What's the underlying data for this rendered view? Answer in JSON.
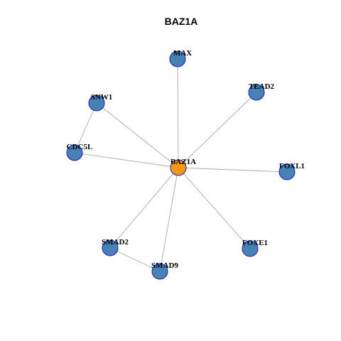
{
  "title": "BAZ1A",
  "colors": {
    "center_node": "#f59a10",
    "neighbor_node": "#4682b4",
    "node_border": "#1a1acc",
    "edge": "#a8a8a8"
  },
  "nodes": [
    {
      "id": "BAZ1A",
      "label": "BAZ1A",
      "role": "center"
    },
    {
      "id": "MAX",
      "label": "MAX",
      "role": "neighbor"
    },
    {
      "id": "TEAD2",
      "label": "TEAD2",
      "role": "neighbor"
    },
    {
      "id": "SNW1",
      "label": "SNW1",
      "role": "neighbor"
    },
    {
      "id": "CDC5L",
      "label": "CDC5L",
      "role": "neighbor"
    },
    {
      "id": "FOXL1",
      "label": "FOXL1",
      "role": "neighbor"
    },
    {
      "id": "SMAD2",
      "label": "SMAD2",
      "role": "neighbor"
    },
    {
      "id": "FOXE1",
      "label": "FOXE1",
      "role": "neighbor"
    },
    {
      "id": "SMAD9",
      "label": "SMAD9",
      "role": "neighbor"
    }
  ],
  "edges": [
    [
      "BAZ1A",
      "MAX"
    ],
    [
      "BAZ1A",
      "TEAD2"
    ],
    [
      "BAZ1A",
      "SNW1"
    ],
    [
      "BAZ1A",
      "CDC5L"
    ],
    [
      "BAZ1A",
      "FOXL1"
    ],
    [
      "BAZ1A",
      "SMAD2"
    ],
    [
      "BAZ1A",
      "FOXE1"
    ],
    [
      "BAZ1A",
      "SMAD9"
    ],
    [
      "SNW1",
      "CDC5L"
    ],
    [
      "SMAD2",
      "SMAD9"
    ]
  ]
}
